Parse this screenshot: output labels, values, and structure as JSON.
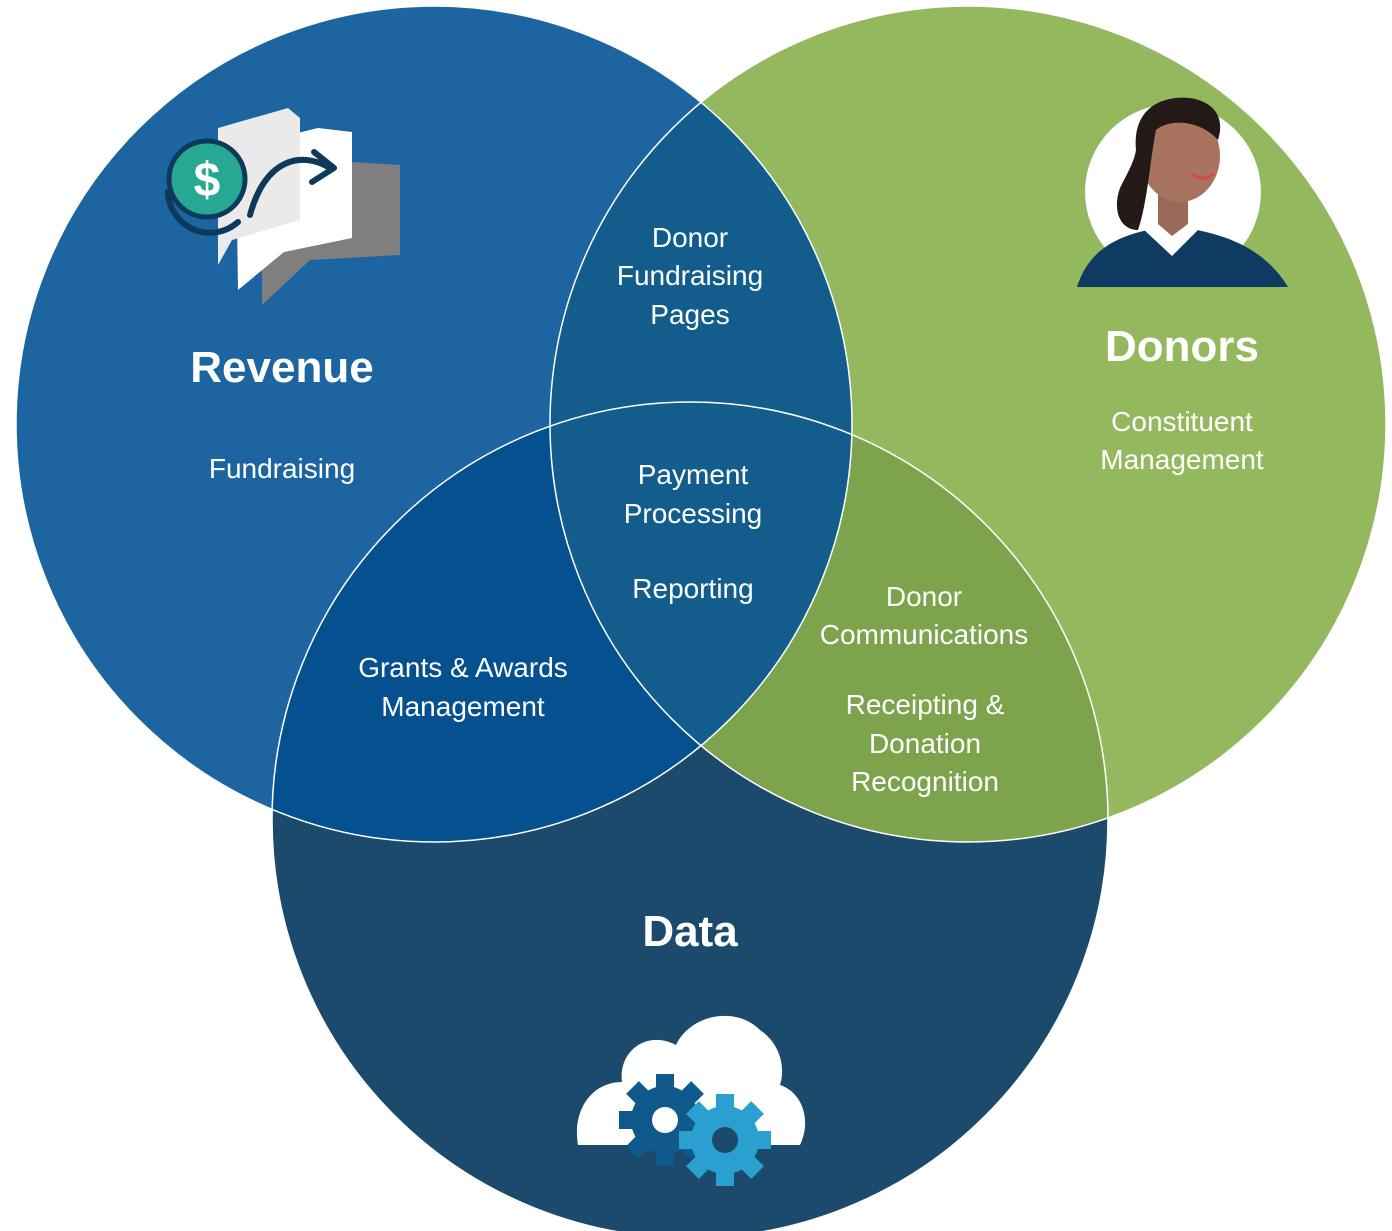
{
  "colors": {
    "revenue": "#1d65a0",
    "donors": "#94b85e",
    "data": "#1c4a6d",
    "revenue_donors": "#135d8d",
    "revenue_data": "#05508e",
    "donors_data": "#7ea34d",
    "center": "#135d8d",
    "outline": "#ffffff"
  },
  "circles": {
    "revenue": {
      "title": "Revenue",
      "items": [
        "Fundraising"
      ],
      "icon": "money-transfer-icon"
    },
    "donors": {
      "title": "Donors",
      "items": [
        "Constituent",
        "Management"
      ],
      "icon": "person-avatar-icon"
    },
    "data": {
      "title": "Data",
      "icon": "cloud-gears-icon"
    }
  },
  "overlaps": {
    "revenue_donors": [
      "Donor",
      "Fundraising",
      "Pages"
    ],
    "revenue_data": [
      "Grants & Awards",
      "Management"
    ],
    "donors_data": [
      "Donor",
      "Communications",
      "Receipting &",
      "Donation",
      "Recognition"
    ],
    "center": [
      "Payment",
      "Processing",
      "Reporting"
    ]
  }
}
